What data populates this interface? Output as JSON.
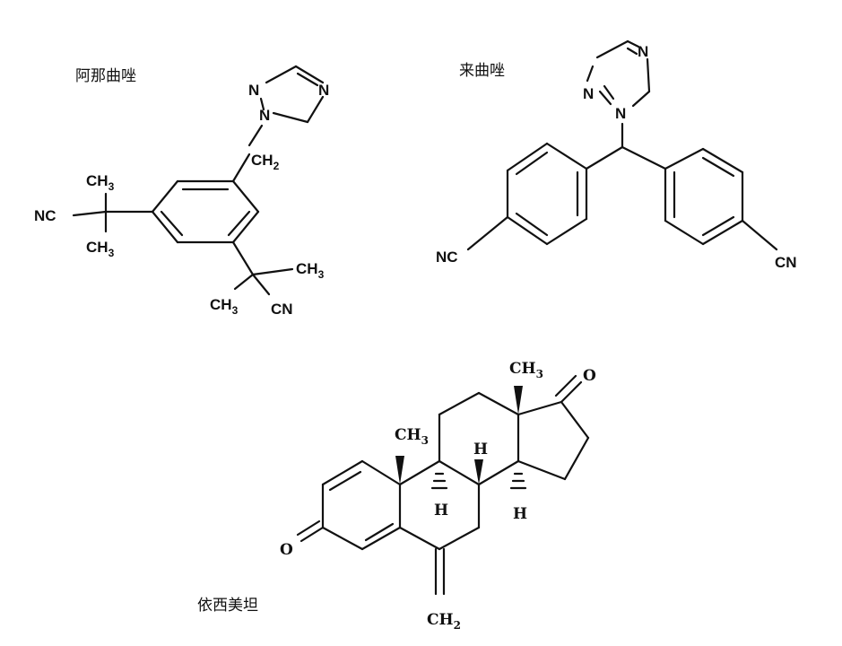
{
  "molecules": {
    "anastrozole": {
      "name": "阿那曲唑"
    },
    "letrozole": {
      "name": "来曲唑"
    },
    "exemestane": {
      "name": "依西美坦"
    }
  },
  "atoms": {
    "N": "N",
    "NC": "NC",
    "CN": "CN",
    "CH": "CH",
    "H": "H",
    "O": "O",
    "sub2": "2",
    "sub3": "3"
  }
}
